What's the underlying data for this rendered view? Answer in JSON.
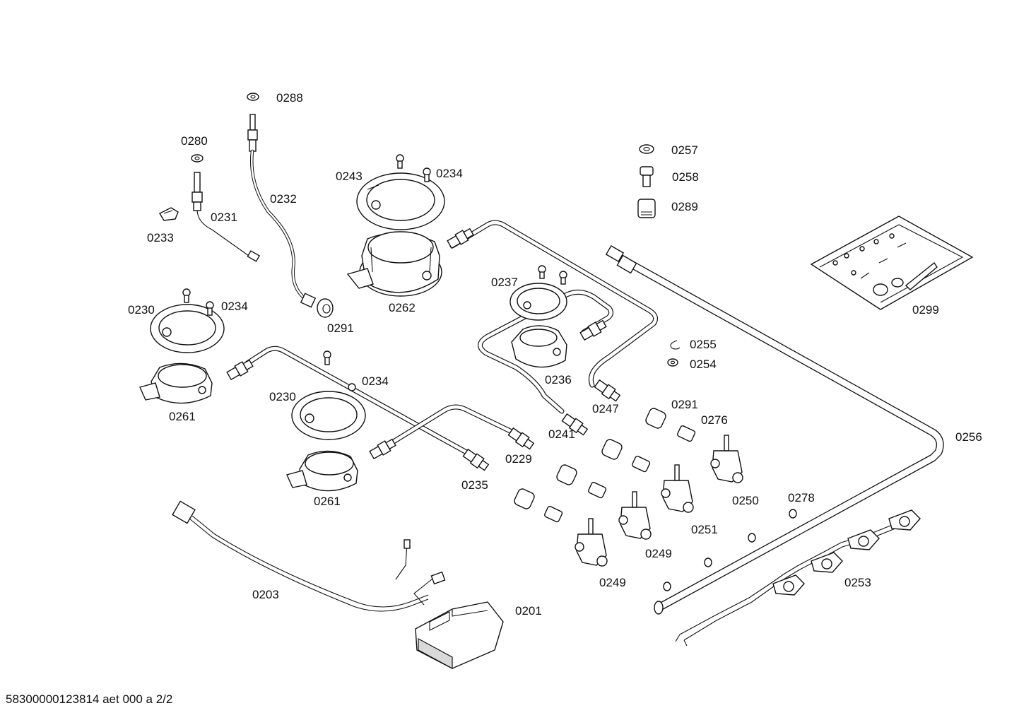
{
  "labels": {
    "p0288": "0288",
    "p0280": "0280",
    "p0232": "0232",
    "p0231": "0231",
    "p0233": "0233",
    "p0243": "0243",
    "p0234_top": "0234",
    "p0262": "0262",
    "p0291_left": "0291",
    "p0230_left": "0230",
    "p0234_left": "0234",
    "p0261_left": "0261",
    "p0234_mid": "0234",
    "p0230_mid": "0230",
    "p0261_mid": "0261",
    "p0237": "0237",
    "p0236": "0236",
    "p0247": "0247",
    "p0241": "0241",
    "p0229": "0229",
    "p0235": "0235",
    "p0257": "0257",
    "p0258": "0258",
    "p0289": "0289",
    "p0299": "0299",
    "p0255": "0255",
    "p0254": "0254",
    "p0291_right": "0291",
    "p0276": "0276",
    "p0256": "0256",
    "p0250": "0250",
    "p0278": "0278",
    "p0251": "0251",
    "p0249_a": "0249",
    "p0249_b": "0249",
    "p0253": "0253",
    "p0203": "0203",
    "p0201": "0201"
  },
  "footer": "58300000123814 aet 000 a 2/2"
}
